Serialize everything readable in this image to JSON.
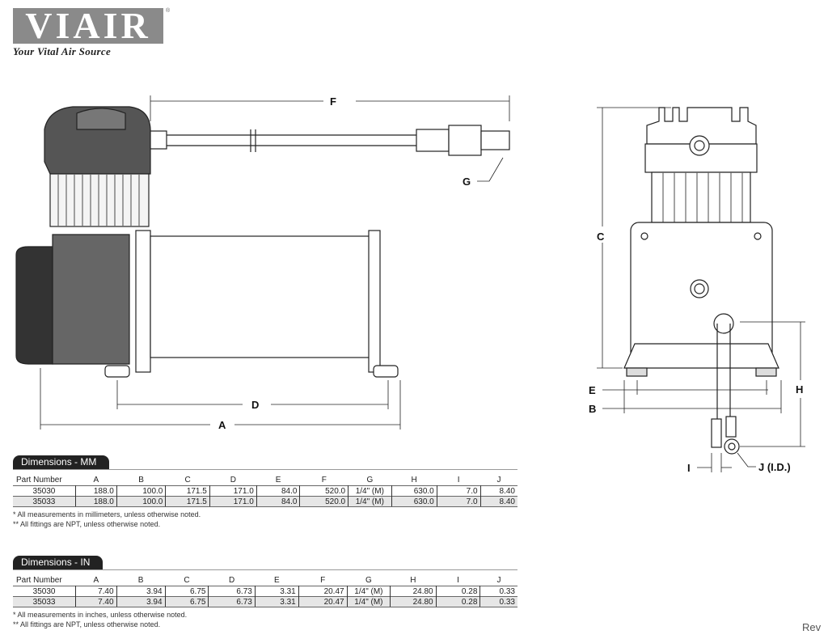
{
  "logo": {
    "brand": "VIAIR",
    "tagline": "Your Vital Air Source",
    "registered": "®"
  },
  "drawing_labels": {
    "A": "A",
    "B": "B",
    "C": "C",
    "D": "D",
    "E": "E",
    "F": "F",
    "G": "G",
    "H": "H",
    "I": "I",
    "J": "J (I.D.)"
  },
  "columns": [
    "Part Number",
    "A",
    "B",
    "C",
    "D",
    "E",
    "F",
    "G",
    "H",
    "I",
    "J"
  ],
  "mm": {
    "title": "Dimensions - MM",
    "rows": [
      [
        "35030",
        "188.0",
        "100.0",
        "171.5",
        "171.0",
        "84.0",
        "520.0",
        "1/4\" (M)",
        "630.0",
        "7.0",
        "8.40"
      ],
      [
        "35033",
        "188.0",
        "100.0",
        "171.5",
        "171.0",
        "84.0",
        "520.0",
        "1/4\" (M)",
        "630.0",
        "7.0",
        "8.40"
      ]
    ],
    "notes": [
      "* All measurements in millimeters, unless otherwise noted.",
      "** All fittings are NPT, unless otherwise noted."
    ]
  },
  "in": {
    "title": "Dimensions - IN",
    "rows": [
      [
        "35030",
        "7.40",
        "3.94",
        "6.75",
        "6.73",
        "3.31",
        "20.47",
        "1/4\" (M)",
        "24.80",
        "0.28",
        "0.33"
      ],
      [
        "35033",
        "7.40",
        "3.94",
        "6.75",
        "6.73",
        "3.31",
        "20.47",
        "1/4\" (M)",
        "24.80",
        "0.28",
        "0.33"
      ]
    ],
    "notes": [
      "* All measurements in inches, unless otherwise noted.",
      "** All fittings are NPT, unless otherwise noted."
    ]
  },
  "footer": {
    "rev": "Rev"
  }
}
